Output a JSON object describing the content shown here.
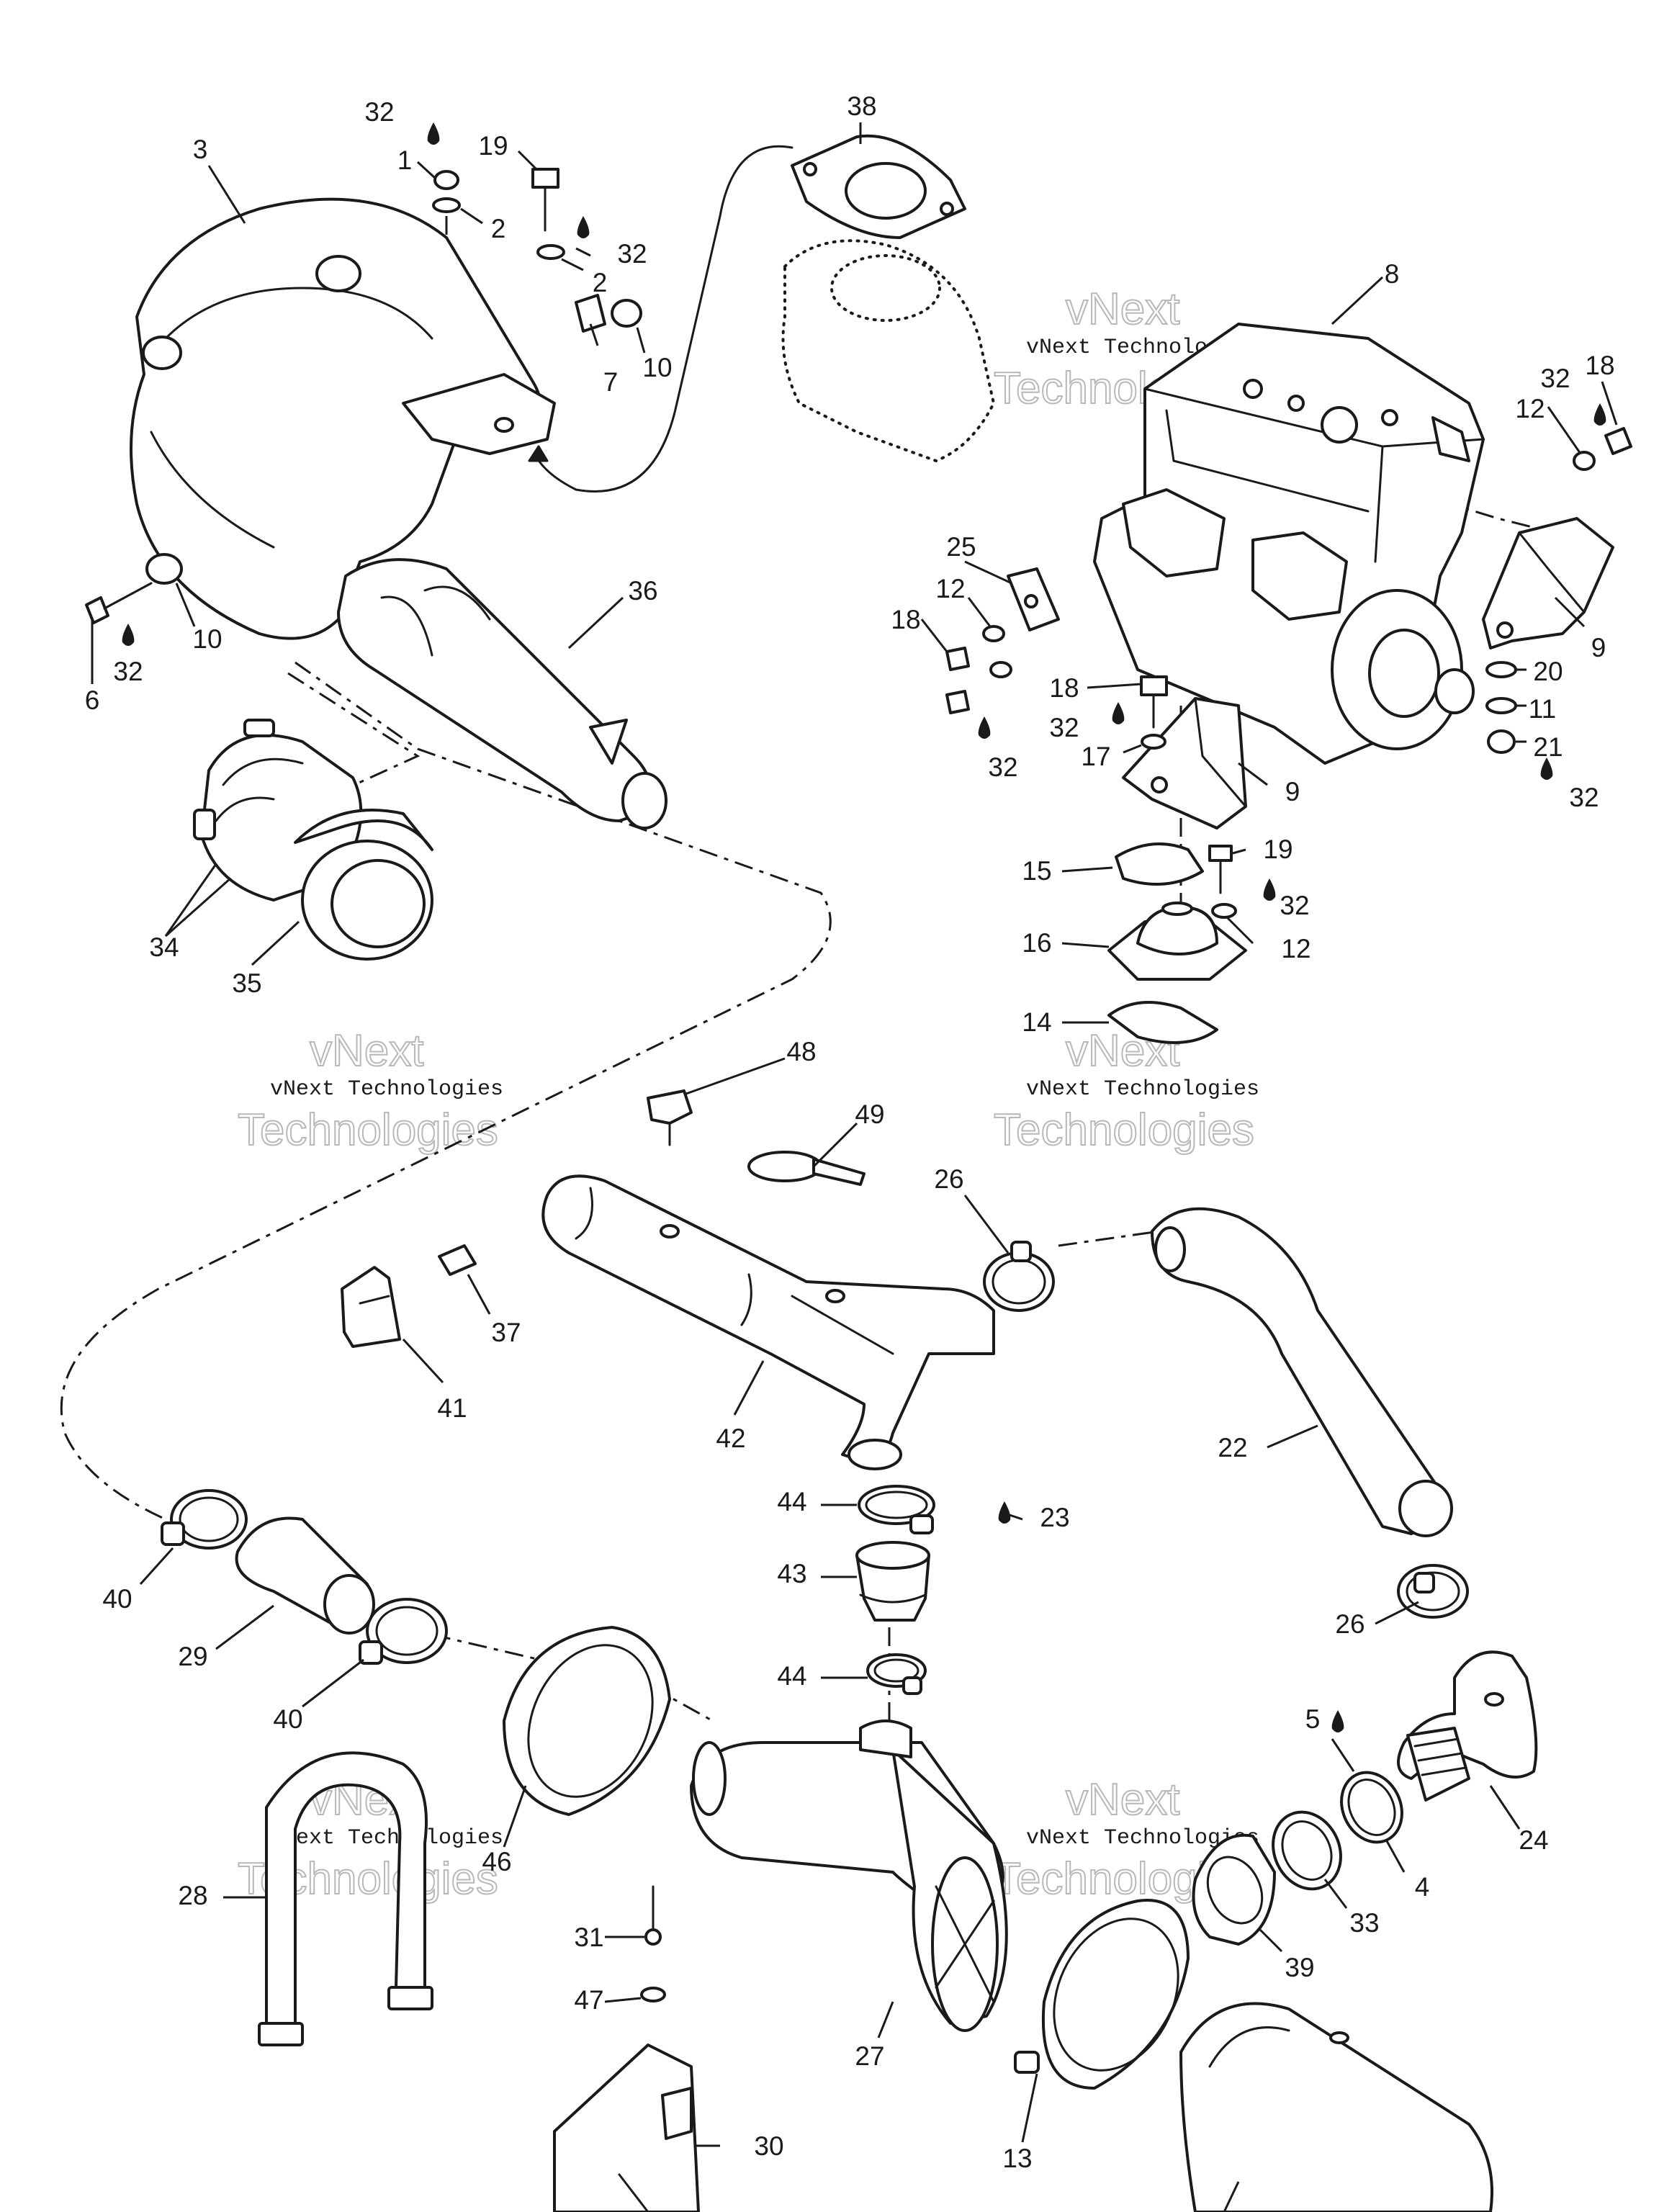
{
  "callouts": [
    {
      "id": "c32a",
      "label": "32"
    },
    {
      "id": "c1",
      "label": "1"
    },
    {
      "id": "c2a",
      "label": "2"
    },
    {
      "id": "c19a",
      "label": "19"
    },
    {
      "id": "c32b",
      "label": "32"
    },
    {
      "id": "c2b",
      "label": "2"
    },
    {
      "id": "c7",
      "label": "7"
    },
    {
      "id": "c10a",
      "label": "10"
    },
    {
      "id": "c3",
      "label": "3"
    },
    {
      "id": "c38",
      "label": "38"
    },
    {
      "id": "c8",
      "label": "8"
    },
    {
      "id": "c18a",
      "label": "18"
    },
    {
      "id": "c32c",
      "label": "32"
    },
    {
      "id": "c12a",
      "label": "12"
    },
    {
      "id": "c9a",
      "label": "9"
    },
    {
      "id": "c20",
      "label": "20"
    },
    {
      "id": "c11",
      "label": "11"
    },
    {
      "id": "c21",
      "label": "21"
    },
    {
      "id": "c32d",
      "label": "32"
    },
    {
      "id": "c25",
      "label": "25"
    },
    {
      "id": "c12b",
      "label": "12"
    },
    {
      "id": "c18b",
      "label": "18"
    },
    {
      "id": "c32e",
      "label": "32"
    },
    {
      "id": "c18c",
      "label": "18"
    },
    {
      "id": "c32f",
      "label": "32"
    },
    {
      "id": "c17",
      "label": "17"
    },
    {
      "id": "c9b",
      "label": "9"
    },
    {
      "id": "c15",
      "label": "15"
    },
    {
      "id": "c19b",
      "label": "19"
    },
    {
      "id": "c32g",
      "label": "32"
    },
    {
      "id": "c16",
      "label": "16"
    },
    {
      "id": "c12c",
      "label": "12"
    },
    {
      "id": "c14",
      "label": "14"
    },
    {
      "id": "c36",
      "label": "36"
    },
    {
      "id": "c6",
      "label": "6"
    },
    {
      "id": "c32h",
      "label": "32"
    },
    {
      "id": "c10b",
      "label": "10"
    },
    {
      "id": "c34",
      "label": "34"
    },
    {
      "id": "c35",
      "label": "35"
    },
    {
      "id": "c48",
      "label": "48"
    },
    {
      "id": "c49",
      "label": "49"
    },
    {
      "id": "c26a",
      "label": "26"
    },
    {
      "id": "c37",
      "label": "37"
    },
    {
      "id": "c41",
      "label": "41"
    },
    {
      "id": "c42",
      "label": "42"
    },
    {
      "id": "c22",
      "label": "22"
    },
    {
      "id": "c44a",
      "label": "44"
    },
    {
      "id": "c23",
      "label": "23"
    },
    {
      "id": "c43",
      "label": "43"
    },
    {
      "id": "c44b",
      "label": "44"
    },
    {
      "id": "c40a",
      "label": "40"
    },
    {
      "id": "c29",
      "label": "29"
    },
    {
      "id": "c40b",
      "label": "40"
    },
    {
      "id": "c26b",
      "label": "26"
    },
    {
      "id": "c5",
      "label": "5"
    },
    {
      "id": "c24",
      "label": "24"
    },
    {
      "id": "c4",
      "label": "4"
    },
    {
      "id": "c33",
      "label": "33"
    },
    {
      "id": "c39",
      "label": "39"
    },
    {
      "id": "c46",
      "label": "46"
    },
    {
      "id": "c28",
      "label": "28"
    },
    {
      "id": "c31",
      "label": "31"
    },
    {
      "id": "c47",
      "label": "47"
    },
    {
      "id": "c27",
      "label": "27"
    },
    {
      "id": "c13",
      "label": "13"
    },
    {
      "id": "c30",
      "label": "30"
    }
  ],
  "watermark": {
    "line1": "vNext",
    "line2": "vNext Technologies",
    "line3": "Technologies"
  }
}
